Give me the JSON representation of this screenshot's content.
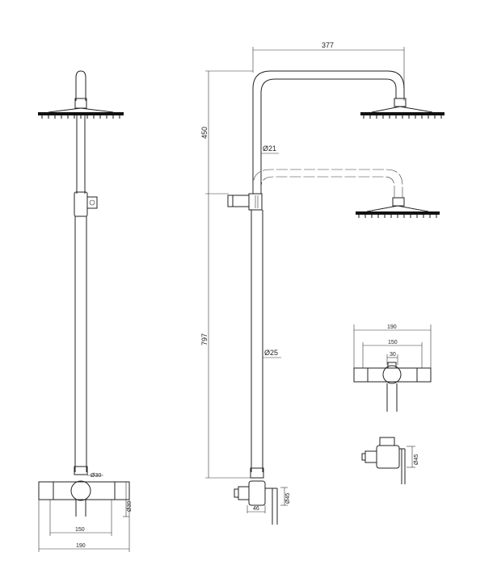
{
  "dimensions": {
    "arm_length": "377",
    "upper_height": "450",
    "riser_upper_diameter": "Ø21",
    "riser_lower_diameter": "Ø25",
    "lower_height": "797",
    "front_valve_diameter": "Ø30",
    "front_valve_projection": "Ø30",
    "front_centres": "150",
    "front_width": "190",
    "side_valve_depth": "46",
    "side_valve_diameter": "Ø45",
    "detail_width": "190",
    "detail_centres": "150",
    "detail_spout": "30",
    "detail_side_diameter": "Ø45"
  }
}
